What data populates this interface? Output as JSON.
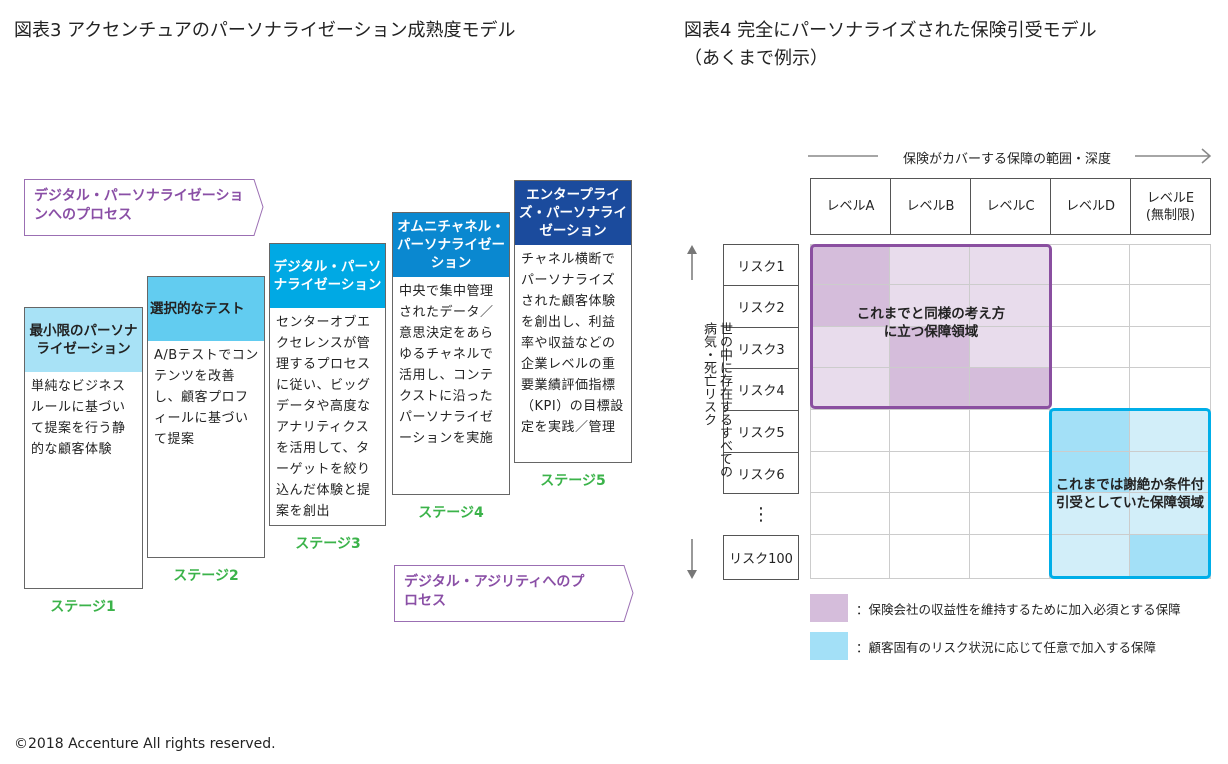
{
  "left": {
    "title": "図表3  アクセンチュアのパーソナライゼーション成熟度モデル",
    "banner_top": "デジタル・パーソナライゼーションへのプロセス",
    "banner_bottom": "デジタル・アジリティへのプロセス",
    "stages": [
      {
        "label": "ステージ1",
        "header": "最小限のパーソナライゼーション",
        "body": "単純なビジネスルールに基づいて提案を行う静的な顧客体験",
        "color": "#a8e2f6"
      },
      {
        "label": "ステージ2",
        "header": "選択的なテスト",
        "body": "A/Bテストでコンテンツを改善し、顧客プロフィールに基づいて提案",
        "color": "#62ccf0"
      },
      {
        "label": "ステージ3",
        "header": "デジタル・パーソナライゼーション",
        "body": "センターオブエクセレンスが管理するプロセスに従い、ビッグデータや高度なアナリティクスを活用して、ターゲットを絞り込んだ体験と提案を創出",
        "color": "#00a9e4"
      },
      {
        "label": "ステージ4",
        "header": "オムニチャネル・パーソナライゼーション",
        "body": "中央で集中管理されたデータ／意思決定をあらゆるチャネルで活用し、コンテクストに沿ったパーソナライゼーションを実施",
        "color": "#0a88d0"
      },
      {
        "label": "ステージ5",
        "header": "エンタープライズ・パーソナライゼーション",
        "body": "チャネル横断でパーソナライズされた顧客体験を創出し、利益率や収益などの企業レベルの重要業績評価指標（KPI）の目標設定を実践／管理",
        "color": "#1b4b9d"
      }
    ]
  },
  "right": {
    "title": "図表4  完全にパーソナライズされた保険引受モデル",
    "subtitle": "（あくまで例示）",
    "x_axis": "保険がカバーする保障の範囲・深度",
    "y_axis_1": "世の中に存在するすべての",
    "y_axis_2": "病気・死亡リスク",
    "levels": [
      "レベルA",
      "レベルB",
      "レベルC",
      "レベルD",
      "レベルE"
    ],
    "level_e_note": "(無制限)",
    "risks": [
      "リスク1",
      "リスク2",
      "リスク3",
      "リスク4",
      "リスク5",
      "リスク6",
      "⋮",
      "リスク100"
    ],
    "zone_purple": "これまでと同様の考え方に立つ保障領域",
    "zone_blue": "これまでは謝絶か条件付引受としていた保障領域",
    "legend_purple": "：保険会社の収益性を維持するために加入必須とする保障",
    "legend_blue": "：顧客固有のリスク状況に応じて任意で加入する保障",
    "colors": {
      "purple_dark": "#d5bddb",
      "purple_light": "#e8dcec",
      "purple_border": "#8a4fa0",
      "blue_dark": "#a3e0f7",
      "blue_light": "#d2eef9",
      "blue_border": "#00aee8"
    }
  },
  "copyright": "©2018 Accenture All rights reserved."
}
